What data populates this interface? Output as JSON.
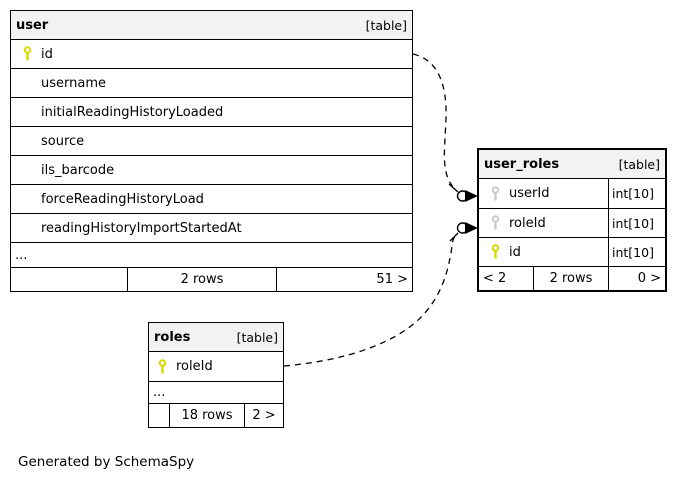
{
  "diagram": {
    "generated_by": "Generated by SchemaSpy"
  },
  "colors": {
    "header_bg": "#f2f2f2",
    "border": "#000000",
    "primary_key": "#d9d900",
    "foreign_key": "#c9c9c9"
  },
  "tables": {
    "user": {
      "name": "user",
      "type_label": "[table]",
      "columns": [
        {
          "name": "id",
          "key": "primary"
        },
        {
          "name": "username",
          "key": "none"
        },
        {
          "name": "initialReadingHistoryLoaded",
          "key": "none"
        },
        {
          "name": "source",
          "key": "none"
        },
        {
          "name": "ils_barcode",
          "key": "none"
        },
        {
          "name": "forceReadingHistoryLoad",
          "key": "none"
        },
        {
          "name": "readingHistoryImportStartedAt",
          "key": "none"
        }
      ],
      "ellipsis": "...",
      "footer": {
        "left": "",
        "center": "2 rows",
        "right": "51 >"
      }
    },
    "user_roles": {
      "name": "user_roles",
      "type_label": "[table]",
      "columns": [
        {
          "name": "userId",
          "type": "int[10]",
          "key": "foreign"
        },
        {
          "name": "roleId",
          "type": "int[10]",
          "key": "foreign"
        },
        {
          "name": "id",
          "type": "int[10]",
          "key": "primary"
        }
      ],
      "footer": {
        "left": "< 2",
        "center": "2 rows",
        "right": "0 >"
      }
    },
    "roles": {
      "name": "roles",
      "type_label": "[table]",
      "columns": [
        {
          "name": "roleId",
          "key": "primary"
        }
      ],
      "ellipsis": "...",
      "footer": {
        "left": "",
        "center": "18 rows",
        "right": "2 >"
      }
    }
  }
}
